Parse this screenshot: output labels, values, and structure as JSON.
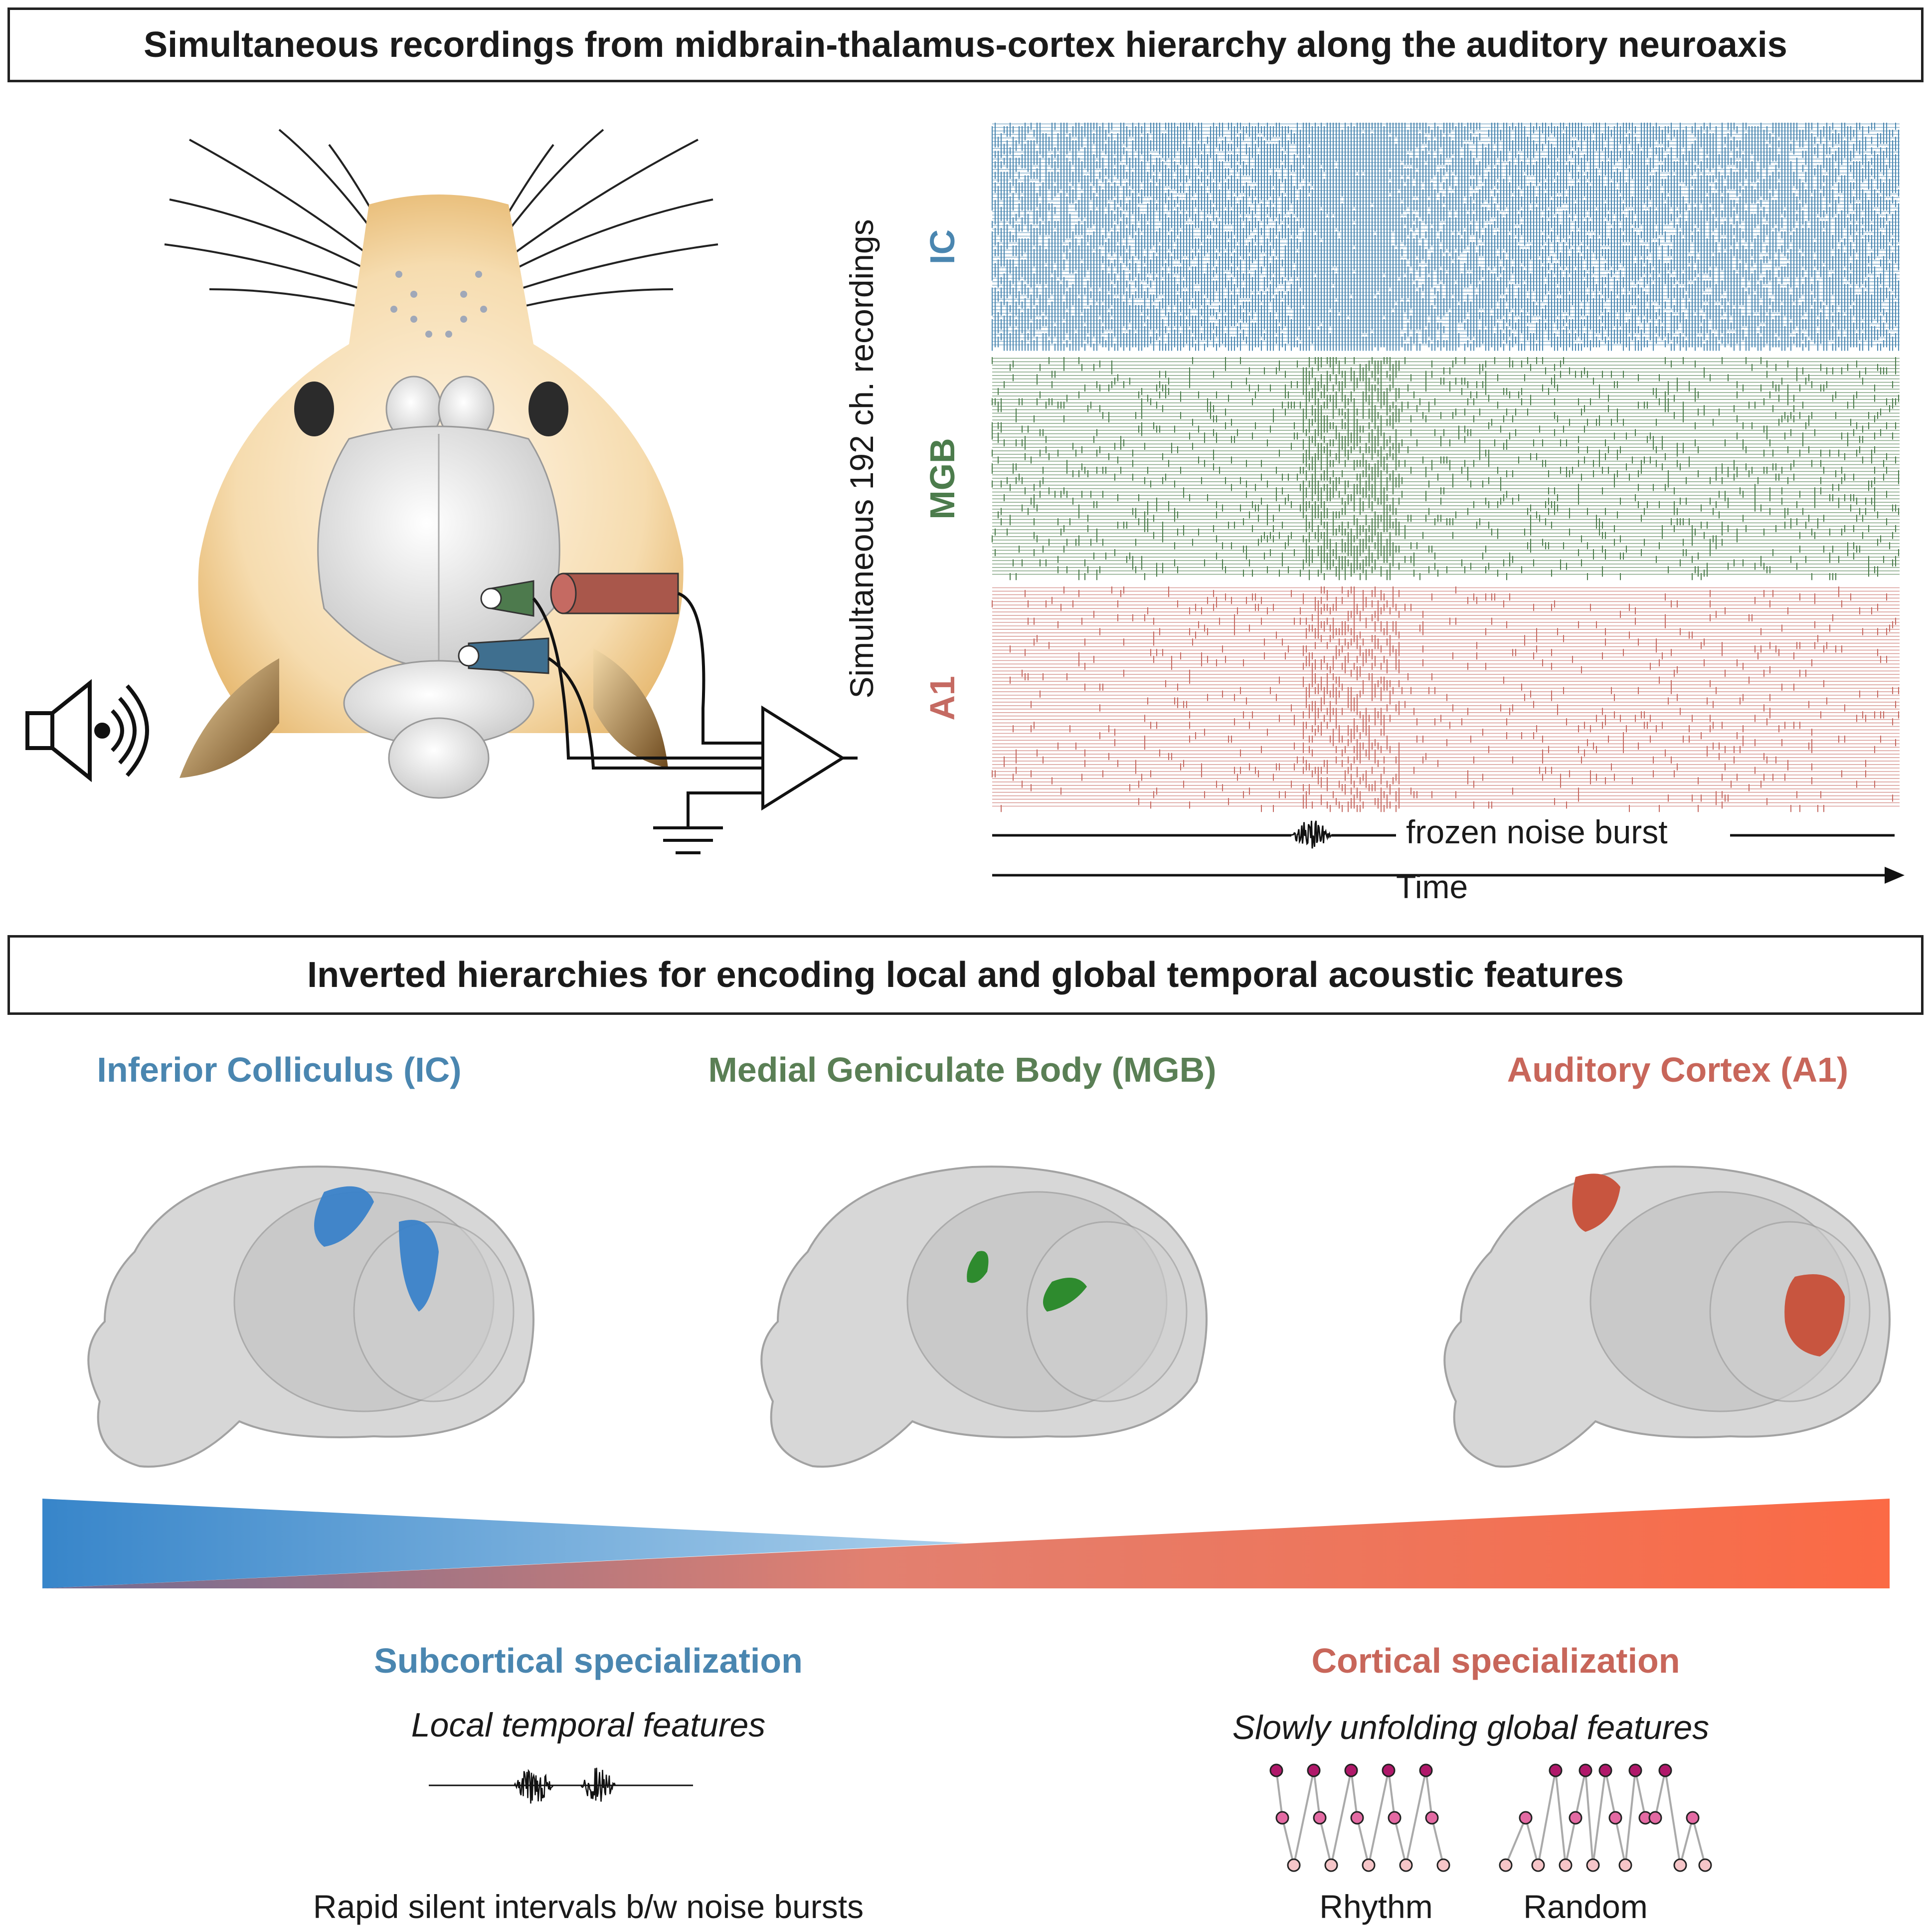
{
  "top_banner": {
    "title": "Simultaneous recordings from midbrain-thalamus-cortex hierarchy along the auditory neuroaxis"
  },
  "raster": {
    "ylabel": "Simultaneous 192 ch. recordings",
    "regions": [
      {
        "label": "IC",
        "color": "#4a86b0"
      },
      {
        "label": "MGB",
        "color": "#4c7c4c"
      },
      {
        "label": "A1",
        "color": "#c56a62"
      }
    ],
    "stimulus_label": "frozen noise burst",
    "time_label": "Time"
  },
  "middle_banner": {
    "title": "Inverted hierarchies for encoding local and global temporal acoustic features"
  },
  "brain_regions": [
    {
      "label": "Inferior Colliculus (IC)",
      "color": "#4a86b0"
    },
    {
      "label": "Medial Geniculate Body (MGB)",
      "color": "#5a7f55"
    },
    {
      "label": "Auditory Cortex (A1)",
      "color": "#c8665a"
    }
  ],
  "gradient": {
    "left_color": "#2d7fc7",
    "right_color": "#fb6a45"
  },
  "subcortical": {
    "title": "Subcortical specialization",
    "subtitle": "Local temporal features",
    "caption": "Rapid silent intervals b/w noise bursts",
    "color": "#4a86b0"
  },
  "cortical": {
    "title": "Cortical specialization",
    "subtitle": "Slowly unfolding global features",
    "sequence_labels": [
      "Rhythm",
      "Random"
    ],
    "color": "#c8665a"
  }
}
